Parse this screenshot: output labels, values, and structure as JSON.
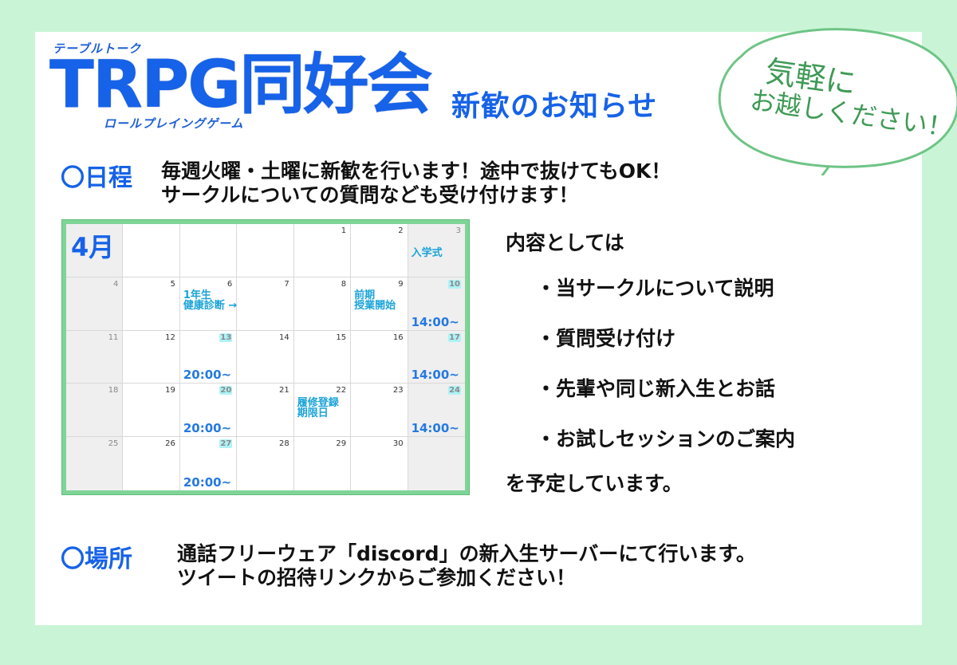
{
  "header": {
    "ruby_top": "テーブルトーク",
    "title": "TRPG同好会",
    "ruby_bottom": "ロールプレイングゲーム",
    "subtitle": "新歓のお知らせ"
  },
  "bubble": {
    "line1": "気軽に",
    "line2": "お越しください！"
  },
  "schedule": {
    "heading": "〇日程",
    "text_line1": "毎週火曜・土曜に新歓を行います！途中で抜けてもOK！",
    "text_line2": "サークルについての質問なども受け付けます！"
  },
  "calendar": {
    "month": "4月",
    "weeks": [
      [
        "",
        "",
        "",
        "",
        "1",
        "2",
        "3"
      ],
      [
        "4",
        "5",
        "6",
        "7",
        "8",
        "9",
        "10"
      ],
      [
        "11",
        "12",
        "13",
        "14",
        "15",
        "16",
        "17"
      ],
      [
        "18",
        "19",
        "20",
        "21",
        "22",
        "23",
        "24"
      ],
      [
        "25",
        "26",
        "27",
        "28",
        "29",
        "30",
        ""
      ]
    ],
    "events": {
      "sat3": "入学式",
      "tue6": "1年生\n健康診断 →",
      "fri9": "前期\n授業開始",
      "thu22": "履修登録\n期限日",
      "time_sat": "14:00~",
      "time_tue": "20:00~"
    }
  },
  "contents": {
    "heading": "内容としては",
    "items": [
      "・当サークルについて説明",
      "・質問受け付け",
      "・先輩や同じ新入生とお話",
      "・お試しセッションのご案内"
    ],
    "footer": "を予定しています。"
  },
  "place": {
    "heading": "〇場所",
    "text_line1": "通話フリーウェア「discord」の新入生サーバーにて行います。",
    "text_line2": "ツイートの招待リンクからご参加ください！"
  },
  "colors": {
    "background": "#c9f5d6",
    "accent_blue": "#1662e8",
    "calendar_border": "#7fd497",
    "event_cyan": "#1aa3d8",
    "bubble_green": "#3e9a55"
  }
}
